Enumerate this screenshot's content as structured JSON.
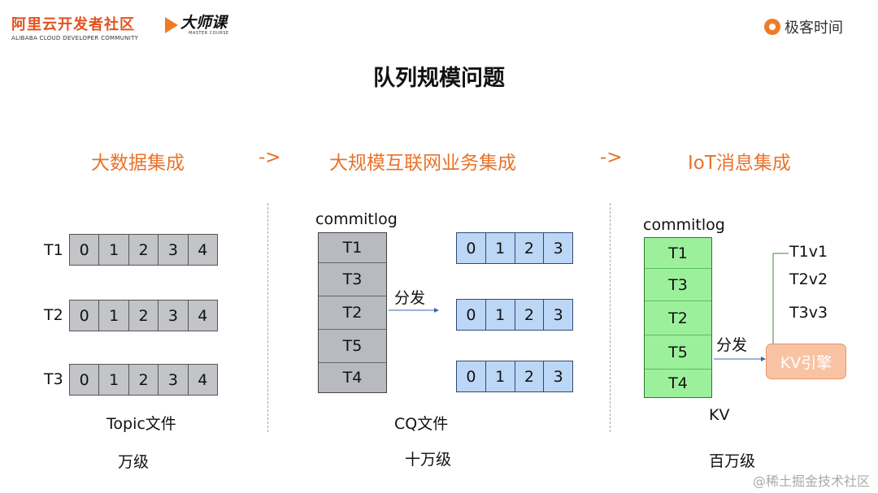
{
  "header": {
    "alibaba_cn": "阿里云开发者社区",
    "alibaba_en": "ALIBABA CLOUD DEVELOPER COMMUNITY",
    "dashike_cn": "大师课",
    "dashike_en": "MASTER COURSE",
    "geektime": "极客时间"
  },
  "title": "队列规模问题",
  "phases": {
    "p1": "大数据集成",
    "arrow1": "->",
    "p2": "大规模互联网业务集成",
    "arrow2": "->",
    "p3": "IoT消息集成"
  },
  "left": {
    "rows": [
      {
        "label": "T1",
        "cells": [
          "0",
          "1",
          "2",
          "3",
          "4"
        ]
      },
      {
        "label": "T2",
        "cells": [
          "0",
          "1",
          "2",
          "3",
          "4"
        ]
      },
      {
        "label": "T3",
        "cells": [
          "0",
          "1",
          "2",
          "3",
          "4"
        ]
      }
    ],
    "caption": "Topic文件",
    "scale": "万级"
  },
  "middle": {
    "commitlog_label": "commitlog",
    "stack": [
      "T1",
      "T3",
      "T2",
      "T5",
      "T4"
    ],
    "dispatch": "分发",
    "queues": [
      [
        "0",
        "1",
        "2",
        "3"
      ],
      [
        "0",
        "1",
        "2",
        "3"
      ],
      [
        "0",
        "1",
        "2",
        "3"
      ]
    ],
    "caption": "CQ文件",
    "scale": "十万级"
  },
  "right": {
    "commitlog_label": "commitlog",
    "stack": [
      "T1",
      "T3",
      "T2",
      "T5",
      "T4"
    ],
    "dispatch": "分发",
    "kv_items": [
      "T1v1",
      "T2v2",
      "T3v3"
    ],
    "kv_engine": "KV引擎",
    "caption": "KV",
    "scale": "百万级"
  },
  "watermark": "@稀土掘金技术社区",
  "colors": {
    "accent": "#e8732a",
    "grey_cell": "#c2c4c8",
    "blue_cell": "#bcd6f5",
    "green_cell": "#9cf09c",
    "kv_box": "#f8c3a3"
  }
}
